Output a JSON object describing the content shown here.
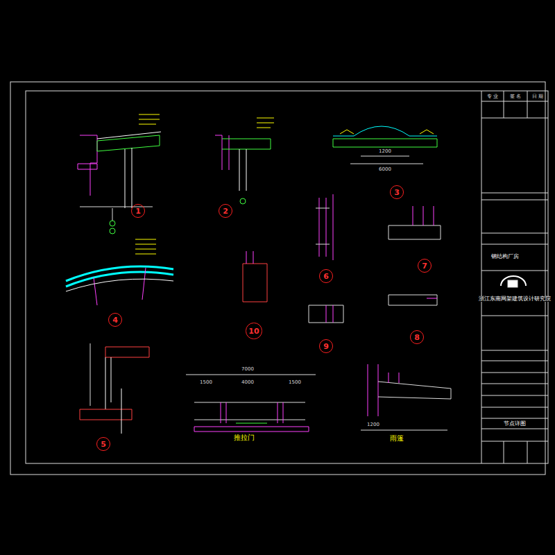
{
  "diagram": {
    "title": "节点详图",
    "nodes": [
      {
        "text": [
          "1"
        ]
      },
      {
        "text": [
          "2"
        ]
      },
      {
        "text": [
          "3"
        ]
      },
      {
        "text": [
          "4"
        ]
      },
      {
        "text": [
          "5"
        ]
      },
      {
        "text": [
          "6"
        ]
      },
      {
        "text": [
          "7"
        ]
      },
      {
        "text": [
          "8"
        ]
      },
      {
        "text": [
          "9"
        ]
      },
      {
        "text": [
          "10"
        ]
      }
    ],
    "labels": [
      "推拉门",
      "雨篷",
      "7000",
      "1500",
      "4000",
      "1500",
      "1200",
      "6000",
      "1200",
      "浙江东南网架建筑设计研究院",
      "钢结构厂房",
      "专 业",
      "签 名",
      "日 期"
    ]
  }
}
